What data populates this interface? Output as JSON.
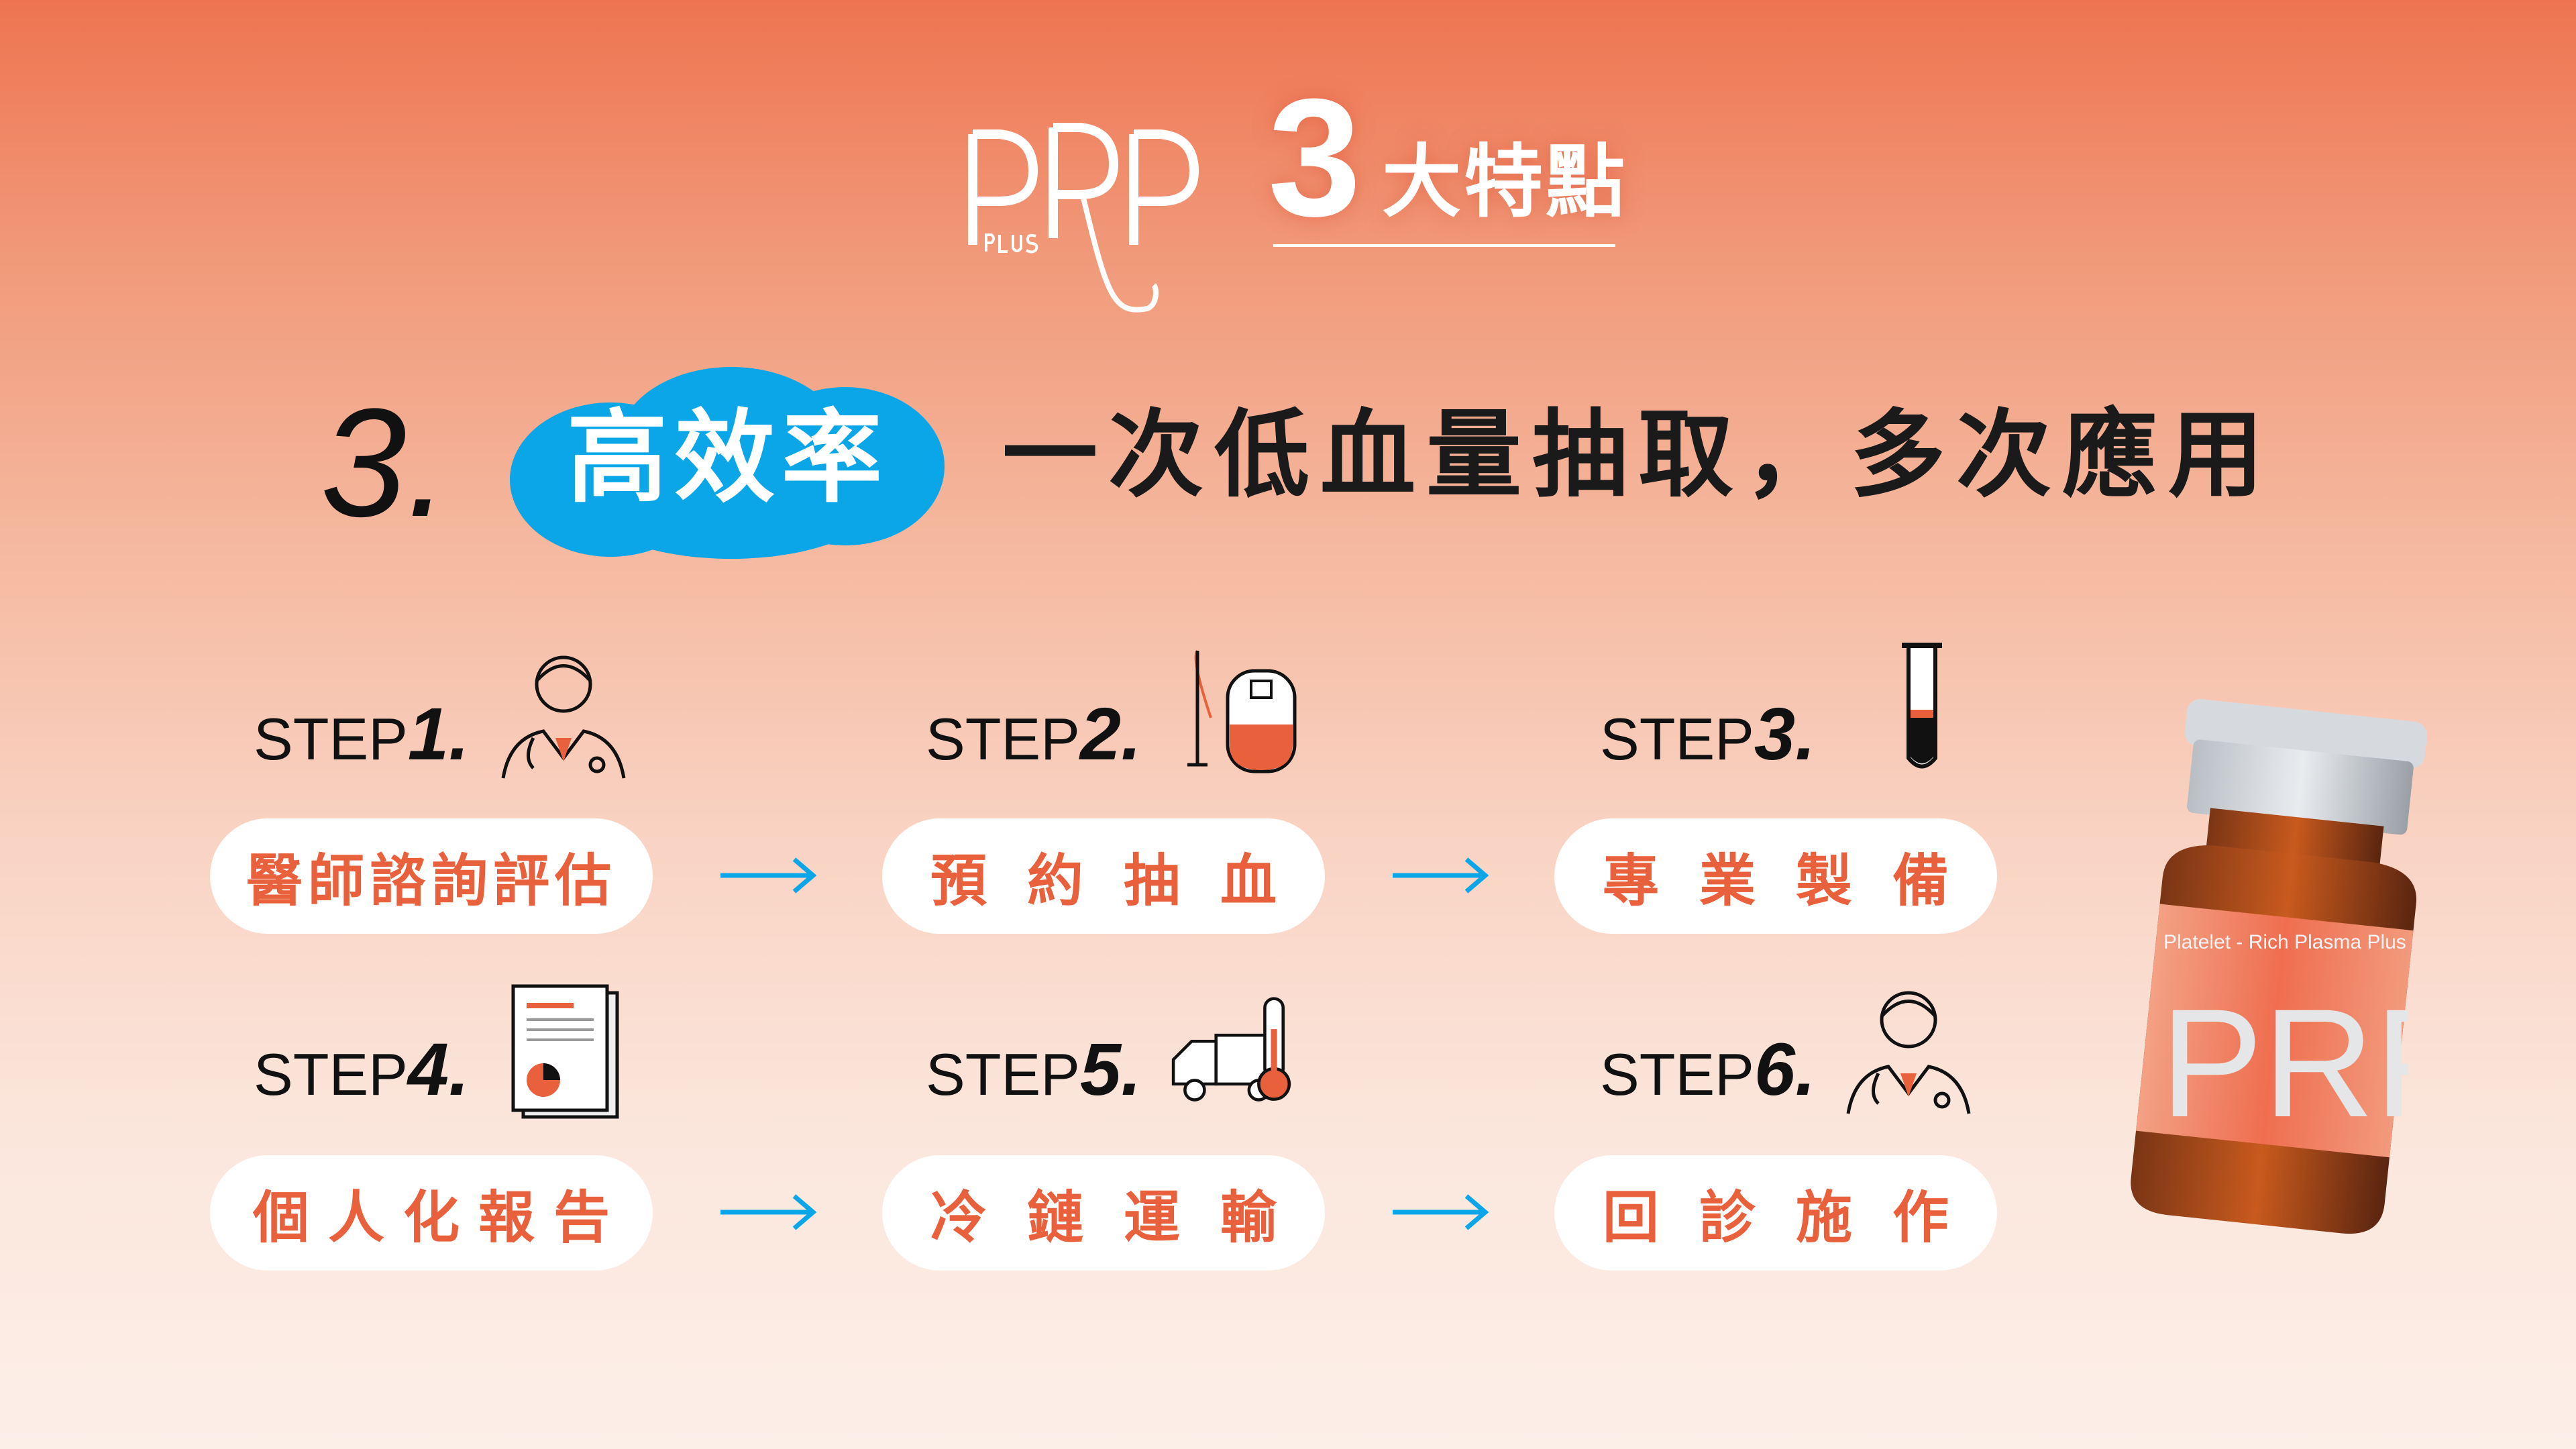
{
  "header": {
    "logo_text": "PRP",
    "logo_sub": "PLUS",
    "count": "3",
    "title": "大特點"
  },
  "feature": {
    "number": "3.",
    "badge": "高效率",
    "headline": "一次低血量抽取，多次應用"
  },
  "steps": [
    {
      "label": "STEP",
      "num": "1.",
      "name": "醫師諮詢評估",
      "icon": "doctor-icon"
    },
    {
      "label": "STEP",
      "num": "2.",
      "name": "預約抽血",
      "icon": "blood-bag-icon"
    },
    {
      "label": "STEP",
      "num": "3.",
      "name": "專業製備",
      "icon": "test-tube-icon"
    },
    {
      "label": "STEP",
      "num": "4.",
      "name": "個人化報告",
      "icon": "report-icon"
    },
    {
      "label": "STEP",
      "num": "5.",
      "name": "冷鏈運輸",
      "icon": "refrigerated-truck-icon"
    },
    {
      "label": "STEP",
      "num": "6.",
      "name": "回診施作",
      "icon": "doctor-icon"
    }
  ],
  "product": {
    "label_line": "Platelet - Rich Plasma Plus",
    "label_big": "PRP"
  },
  "colors": {
    "accent": "#e8603c",
    "blue": "#0aa6e8",
    "text": "#111111"
  }
}
